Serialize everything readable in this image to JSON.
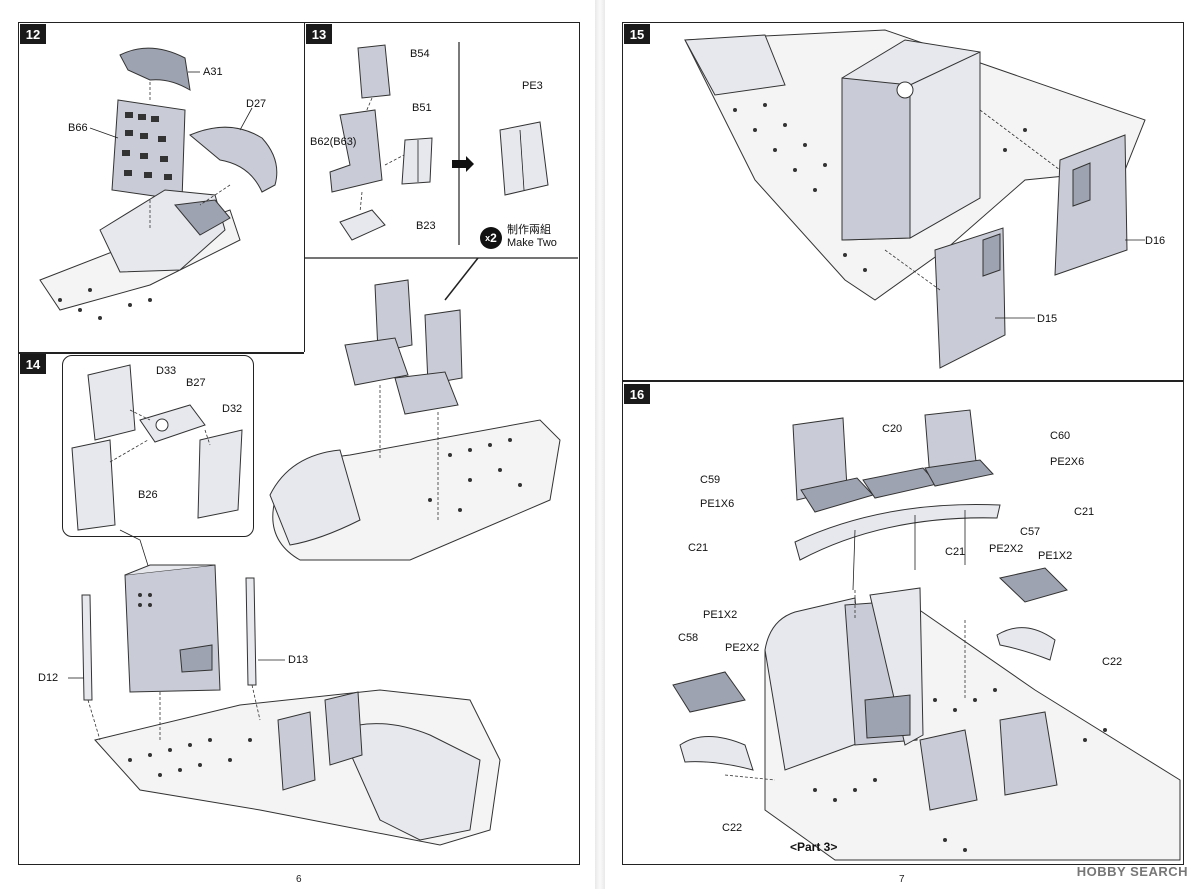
{
  "left_page": {
    "page_number": "6",
    "step12": {
      "badge": "12",
      "labels": {
        "a31": "A31",
        "d27": "D27",
        "b66": "B66"
      }
    },
    "step13": {
      "badge": "13",
      "labels": {
        "b54": "B54",
        "b51": "B51",
        "b62": "B62(B63)",
        "b23": "B23",
        "pe3": "PE3"
      },
      "multiplier": {
        "count": "2",
        "text_cn": "制作兩組",
        "text_en": "Make Two"
      }
    },
    "step14": {
      "badge": "14",
      "labels": {
        "d33": "D33",
        "b27": "B27",
        "d32": "D32",
        "b26": "B26",
        "d12": "D12",
        "d13": "D13"
      }
    }
  },
  "right_page": {
    "page_number": "7",
    "step15": {
      "badge": "15",
      "labels": {
        "d16": "D16",
        "d15": "D15"
      }
    },
    "step16": {
      "badge": "16",
      "labels": {
        "c20": "C20",
        "c60": "C60",
        "c59": "C59",
        "pe2x6": "PE2X6",
        "pe1x6": "PE1X6",
        "c21_a": "C21",
        "c21_b": "C21",
        "c21_c": "C21",
        "c57": "C57",
        "pe2x2_right": "PE2X2",
        "pe1x2_right": "PE1X2",
        "pe1x2_left": "PE1X2",
        "c58": "C58",
        "pe2x2_left": "PE2X2",
        "c22_right": "C22",
        "c22_left": "C22"
      },
      "part_label": "<Part 3>"
    }
  },
  "watermark": "HOBBY SEARCH",
  "colors": {
    "part_fill": "#c9ccd6",
    "badge": "#1a1a1a"
  }
}
